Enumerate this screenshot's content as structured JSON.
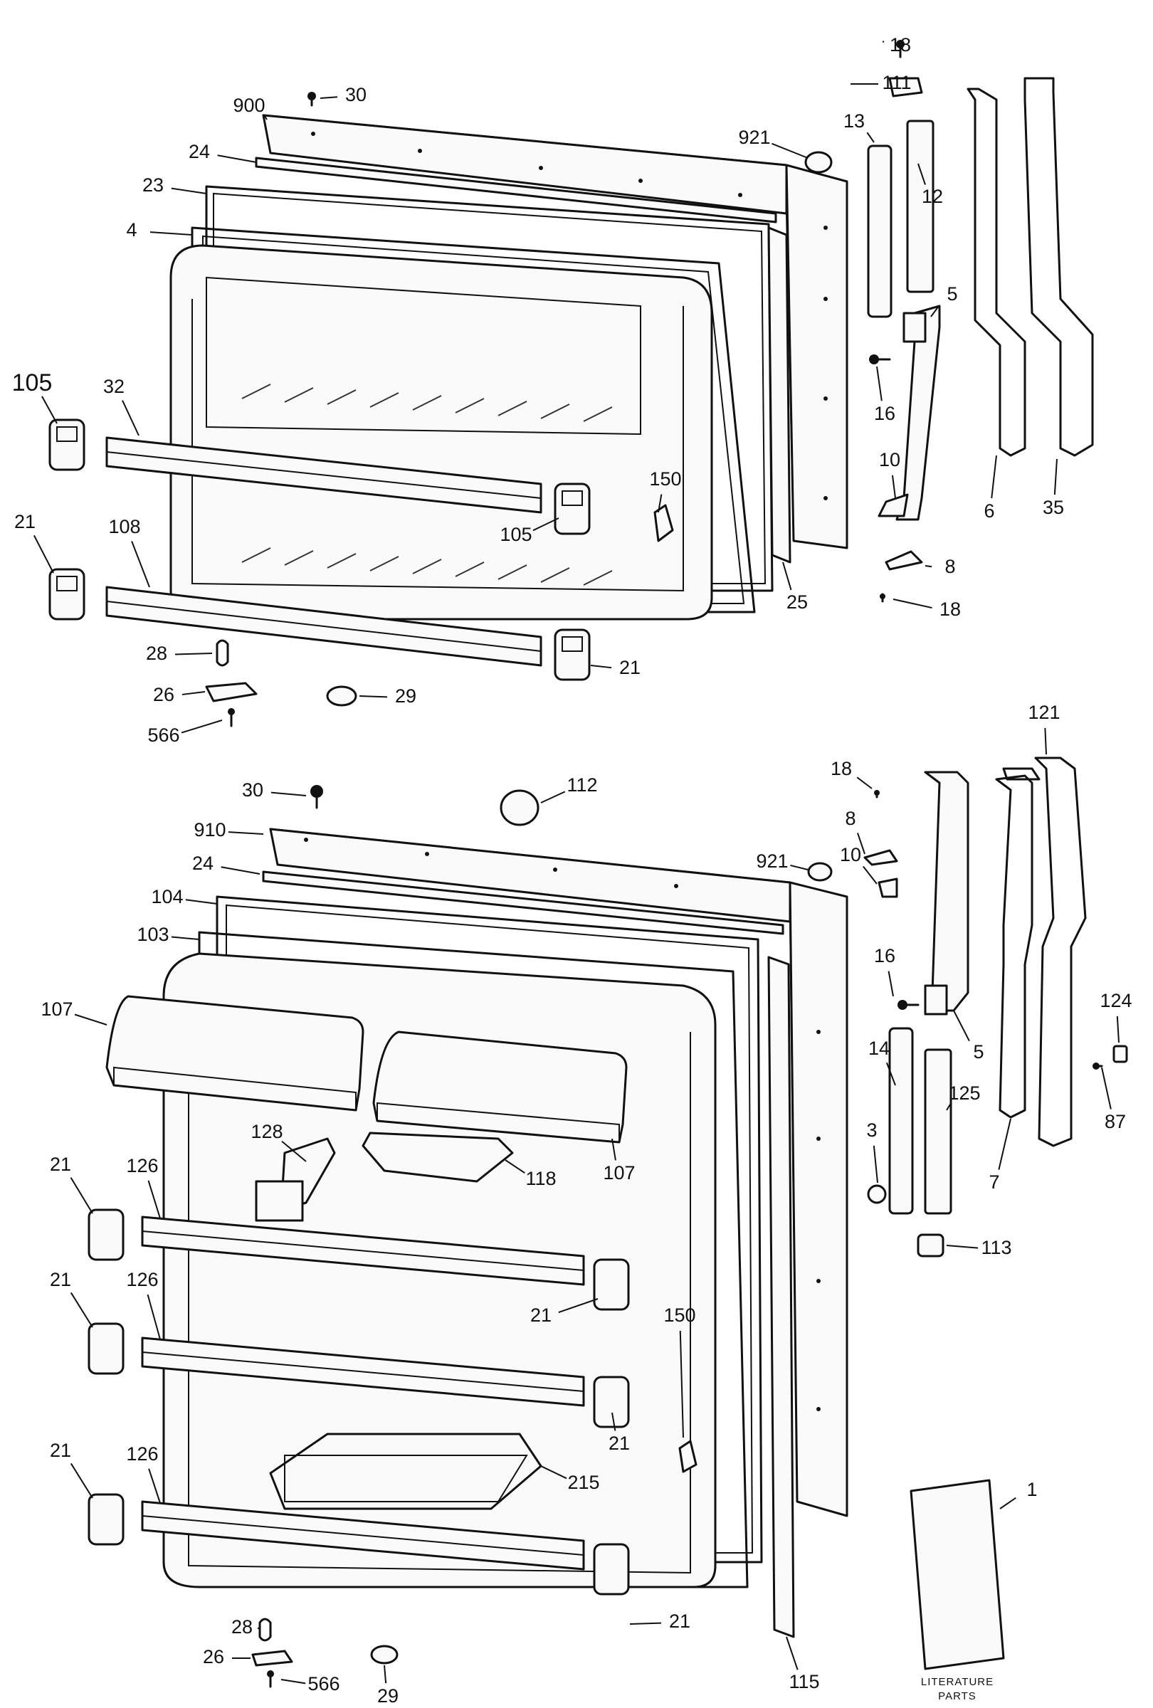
{
  "callouts": {
    "upper": [
      {
        "n": "18"
      },
      {
        "n": "111"
      },
      {
        "n": "30"
      },
      {
        "n": "900"
      },
      {
        "n": "921"
      },
      {
        "n": "13"
      },
      {
        "n": "12"
      },
      {
        "n": "24"
      },
      {
        "n": "23"
      },
      {
        "n": "4"
      },
      {
        "n": "5"
      },
      {
        "n": "105"
      },
      {
        "n": "32"
      },
      {
        "n": "16"
      },
      {
        "n": "150"
      },
      {
        "n": "10"
      },
      {
        "n": "105"
      },
      {
        "n": "6"
      },
      {
        "n": "35"
      },
      {
        "n": "21"
      },
      {
        "n": "108"
      },
      {
        "n": "8"
      },
      {
        "n": "25"
      },
      {
        "n": "18"
      },
      {
        "n": "28"
      },
      {
        "n": "21"
      },
      {
        "n": "26"
      },
      {
        "n": "29"
      },
      {
        "n": "566"
      }
    ],
    "lower": [
      {
        "n": "121"
      },
      {
        "n": "30"
      },
      {
        "n": "112"
      },
      {
        "n": "18"
      },
      {
        "n": "8"
      },
      {
        "n": "910"
      },
      {
        "n": "921"
      },
      {
        "n": "10"
      },
      {
        "n": "24"
      },
      {
        "n": "104"
      },
      {
        "n": "103"
      },
      {
        "n": "16"
      },
      {
        "n": "124"
      },
      {
        "n": "107"
      },
      {
        "n": "5"
      },
      {
        "n": "14"
      },
      {
        "n": "125"
      },
      {
        "n": "87"
      },
      {
        "n": "128"
      },
      {
        "n": "118"
      },
      {
        "n": "107"
      },
      {
        "n": "3"
      },
      {
        "n": "7"
      },
      {
        "n": "21"
      },
      {
        "n": "126"
      },
      {
        "n": "113"
      },
      {
        "n": "21"
      },
      {
        "n": "21"
      },
      {
        "n": "126"
      },
      {
        "n": "150"
      },
      {
        "n": "21"
      },
      {
        "n": "21"
      },
      {
        "n": "215"
      },
      {
        "n": "126"
      },
      {
        "n": "1"
      },
      {
        "n": "115"
      },
      {
        "n": "28"
      },
      {
        "n": "21"
      },
      {
        "n": "26"
      },
      {
        "n": "29"
      },
      {
        "n": "566"
      }
    ]
  },
  "literature": {
    "line1": "LITERATURE",
    "line2": "PARTS"
  },
  "colors": {
    "ink": "#111111",
    "paper": "#ffffff"
  }
}
